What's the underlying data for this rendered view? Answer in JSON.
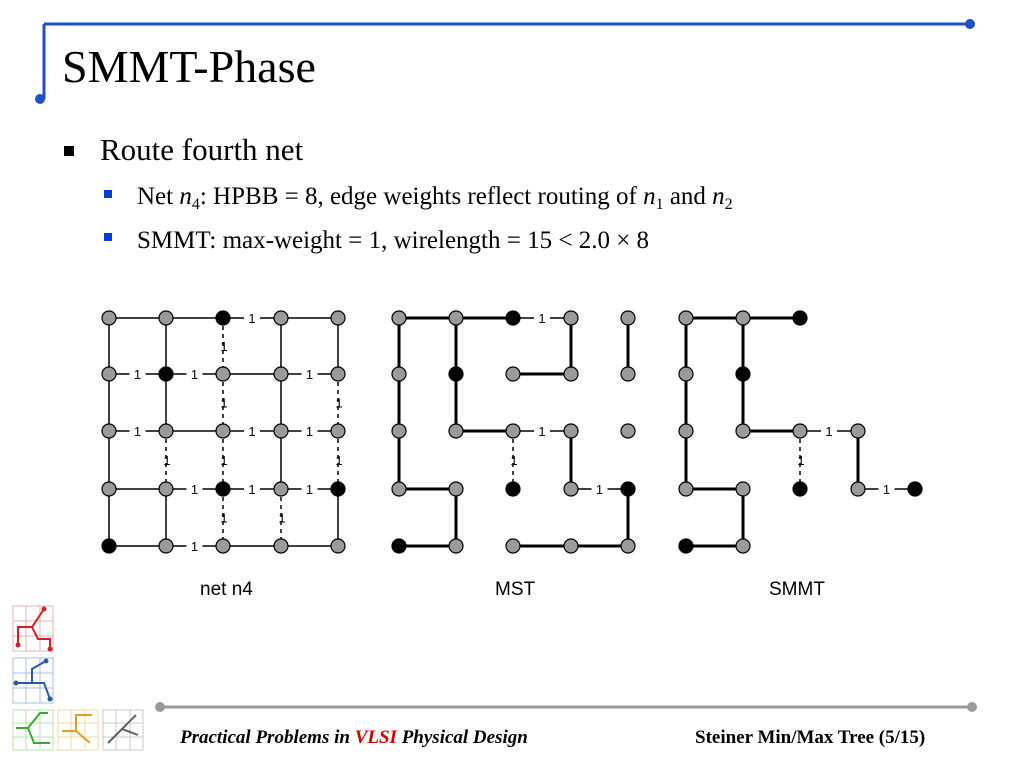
{
  "slide": {
    "title": "SMMT-Phase",
    "bullet_main": "Route fourth net",
    "sub1": {
      "prefix": "Net ",
      "n": "n",
      "n_sub": "4",
      "mid": ": HPBB = 8, edge weights reflect routing of ",
      "n1": "n",
      "n1_sub": "1",
      "and": " and ",
      "n2": "n",
      "n2_sub": "2"
    },
    "sub2": "SMMT: max-weight = 1, wirelength = 15 < 2.0 × 8"
  },
  "figures": {
    "caption_left": "net n4",
    "caption_middle": "MST",
    "caption_right": "SMMT",
    "weight_label": "1"
  },
  "footer": {
    "left_a": "Practical Problems in ",
    "left_b": "VLSI",
    "left_c": " Physical Design",
    "right": "Steiner Min/Max Tree (5/15)"
  },
  "colors": {
    "accent_blue": "#1e4fc9",
    "gray_node": "#9a9a9a",
    "red": "#d40000"
  }
}
